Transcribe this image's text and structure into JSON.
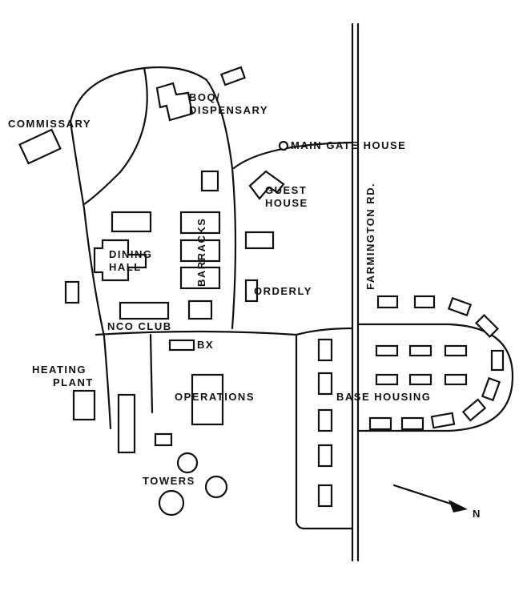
{
  "labels": {
    "commissary": "COMMISSARY",
    "boq_1": "BOQ/",
    "boq_2": "DISPENSARY",
    "main_gate": "MAIN GATE HOUSE",
    "guest_1": "GUEST",
    "guest_2": "HOUSE",
    "road": "FARMINGTON RD.",
    "barracks": "BARRACKS",
    "dining_1": "DINING",
    "dining_2": "HALL",
    "orderly": "ORDERLY",
    "nco_club": "NCO CLUB",
    "bx": "BX",
    "heating_1": "HEATING",
    "heating_2": "PLANT",
    "operations": "OPERATIONS",
    "base_housing": "BASE HOUSING",
    "towers": "TOWERS",
    "north": "N"
  }
}
